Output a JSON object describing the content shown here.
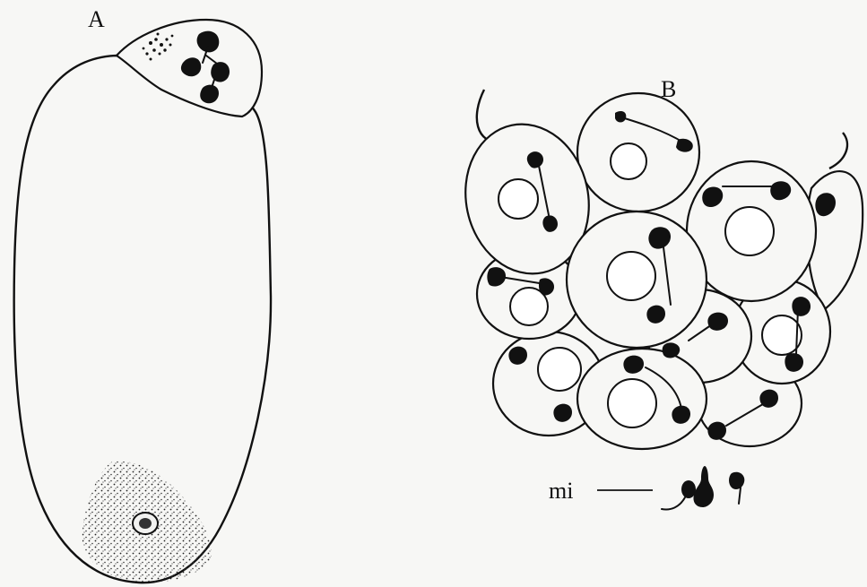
{
  "figure": {
    "panel_a_label": "A",
    "panel_b_label": "B",
    "mi_label": "mi"
  }
}
